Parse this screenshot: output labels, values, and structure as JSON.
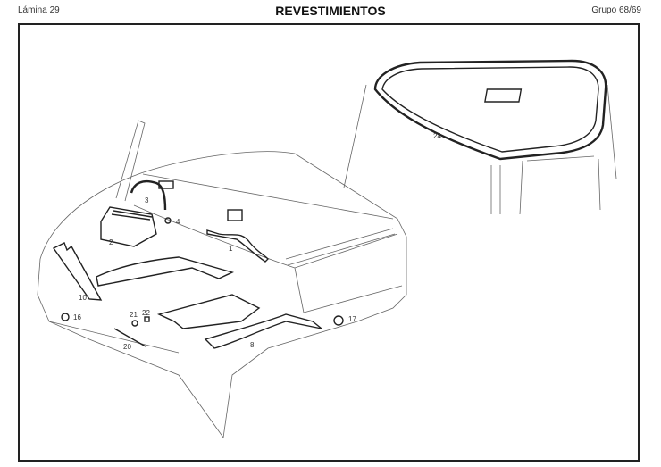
{
  "header": {
    "sheet": "Lámina 29",
    "title": "REVESTIMIENTOS",
    "group": "Grupo 68/69"
  },
  "callouts": [
    "1",
    "2",
    "3",
    "4",
    "8",
    "10",
    "16",
    "17",
    "20",
    "21",
    "22",
    "24"
  ]
}
